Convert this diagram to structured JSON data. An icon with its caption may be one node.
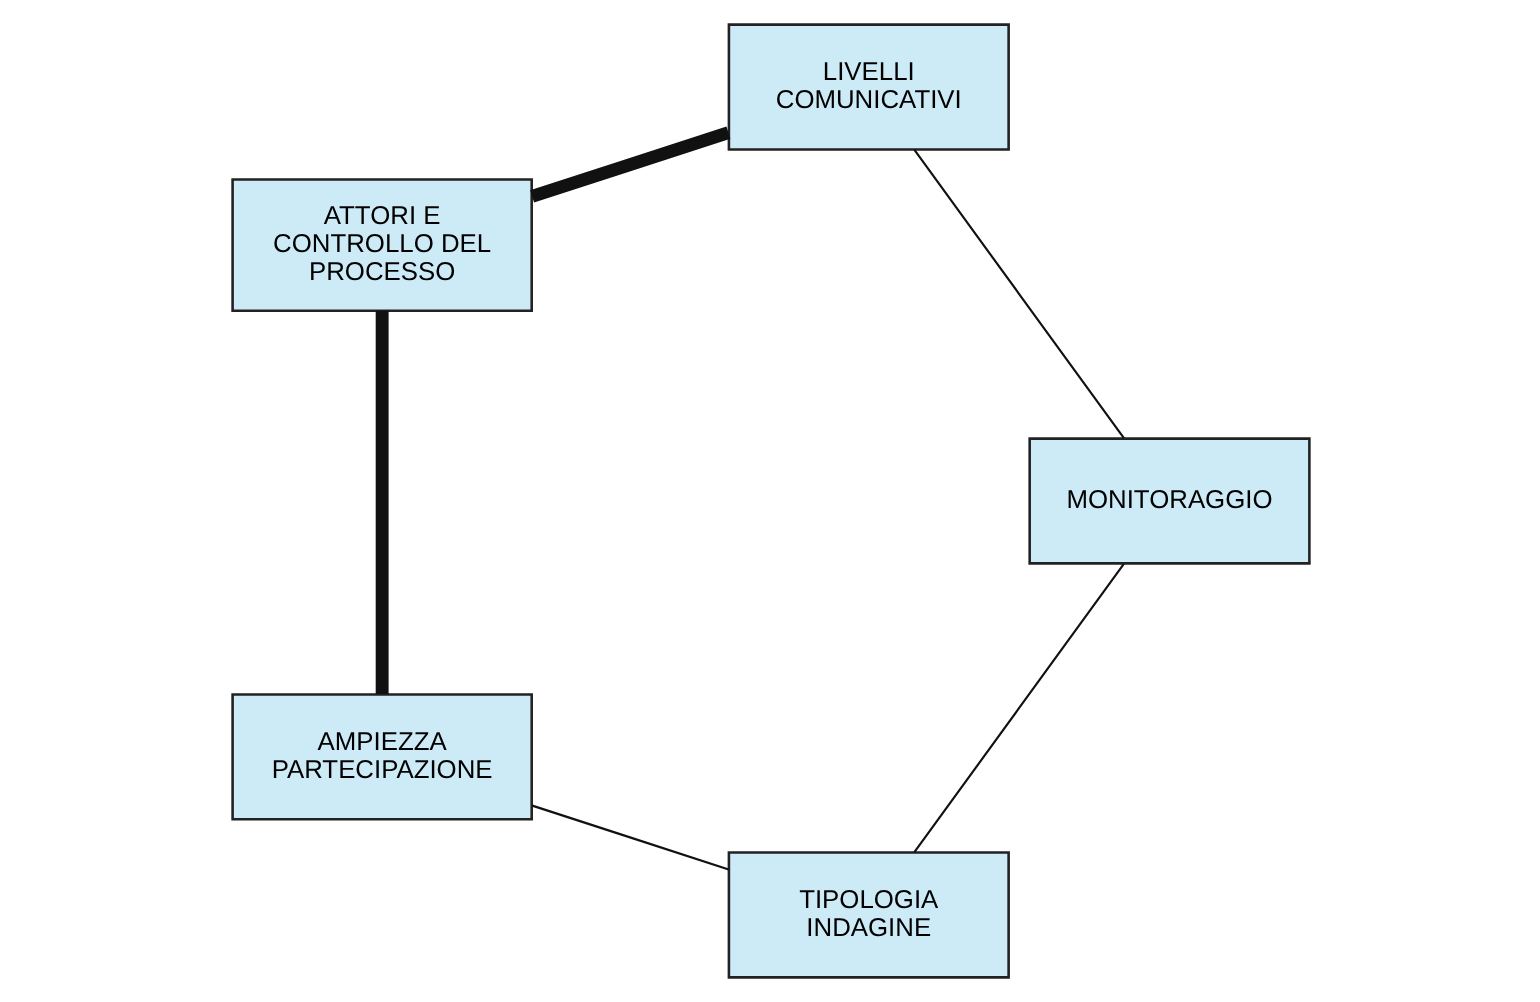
{
  "diagram": {
    "nodes": [
      {
        "text": [
          "TIPOLOGIA INDAGINE"
        ]
      },
      {
        "text": [
          "AMPIEZZA PARTECIPAZIONE"
        ]
      },
      {
        "text": [
          "ATTORI E CONTROLLO DEL PROCESSO"
        ]
      },
      {
        "text": [
          "LIVELLI COMUNICATIVI"
        ]
      },
      {
        "text": [
          "MONITORAGGIO"
        ]
      }
    ],
    "edges": [
      {
        "from": 0,
        "to": 1,
        "arrow": "none"
      },
      {
        "from": 1,
        "to": 2,
        "arrow": "none",
        "style": "thick"
      },
      {
        "from": 2,
        "to": 3,
        "arrow": "none",
        "style": "thick"
      },
      {
        "from": 3,
        "to": 4,
        "arrow": "none"
      },
      {
        "from": 4,
        "to": 0,
        "arrow": "none"
      }
    ]
  }
}
